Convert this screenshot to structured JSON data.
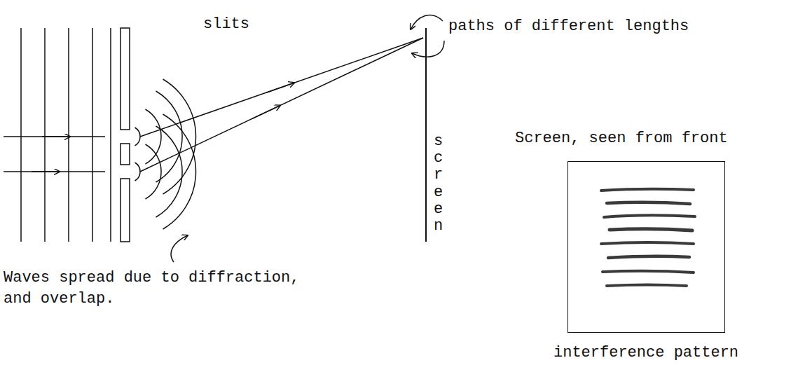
{
  "diagram": {
    "nodes": [
      {
        "text": [
          "Screen, seen from front",
          "interference pattern"
        ]
      }
    ],
    "labels": [
      "slits",
      "paths of different lengths",
      "screen",
      "Waves spread due to diffraction, and overlap."
    ]
  }
}
